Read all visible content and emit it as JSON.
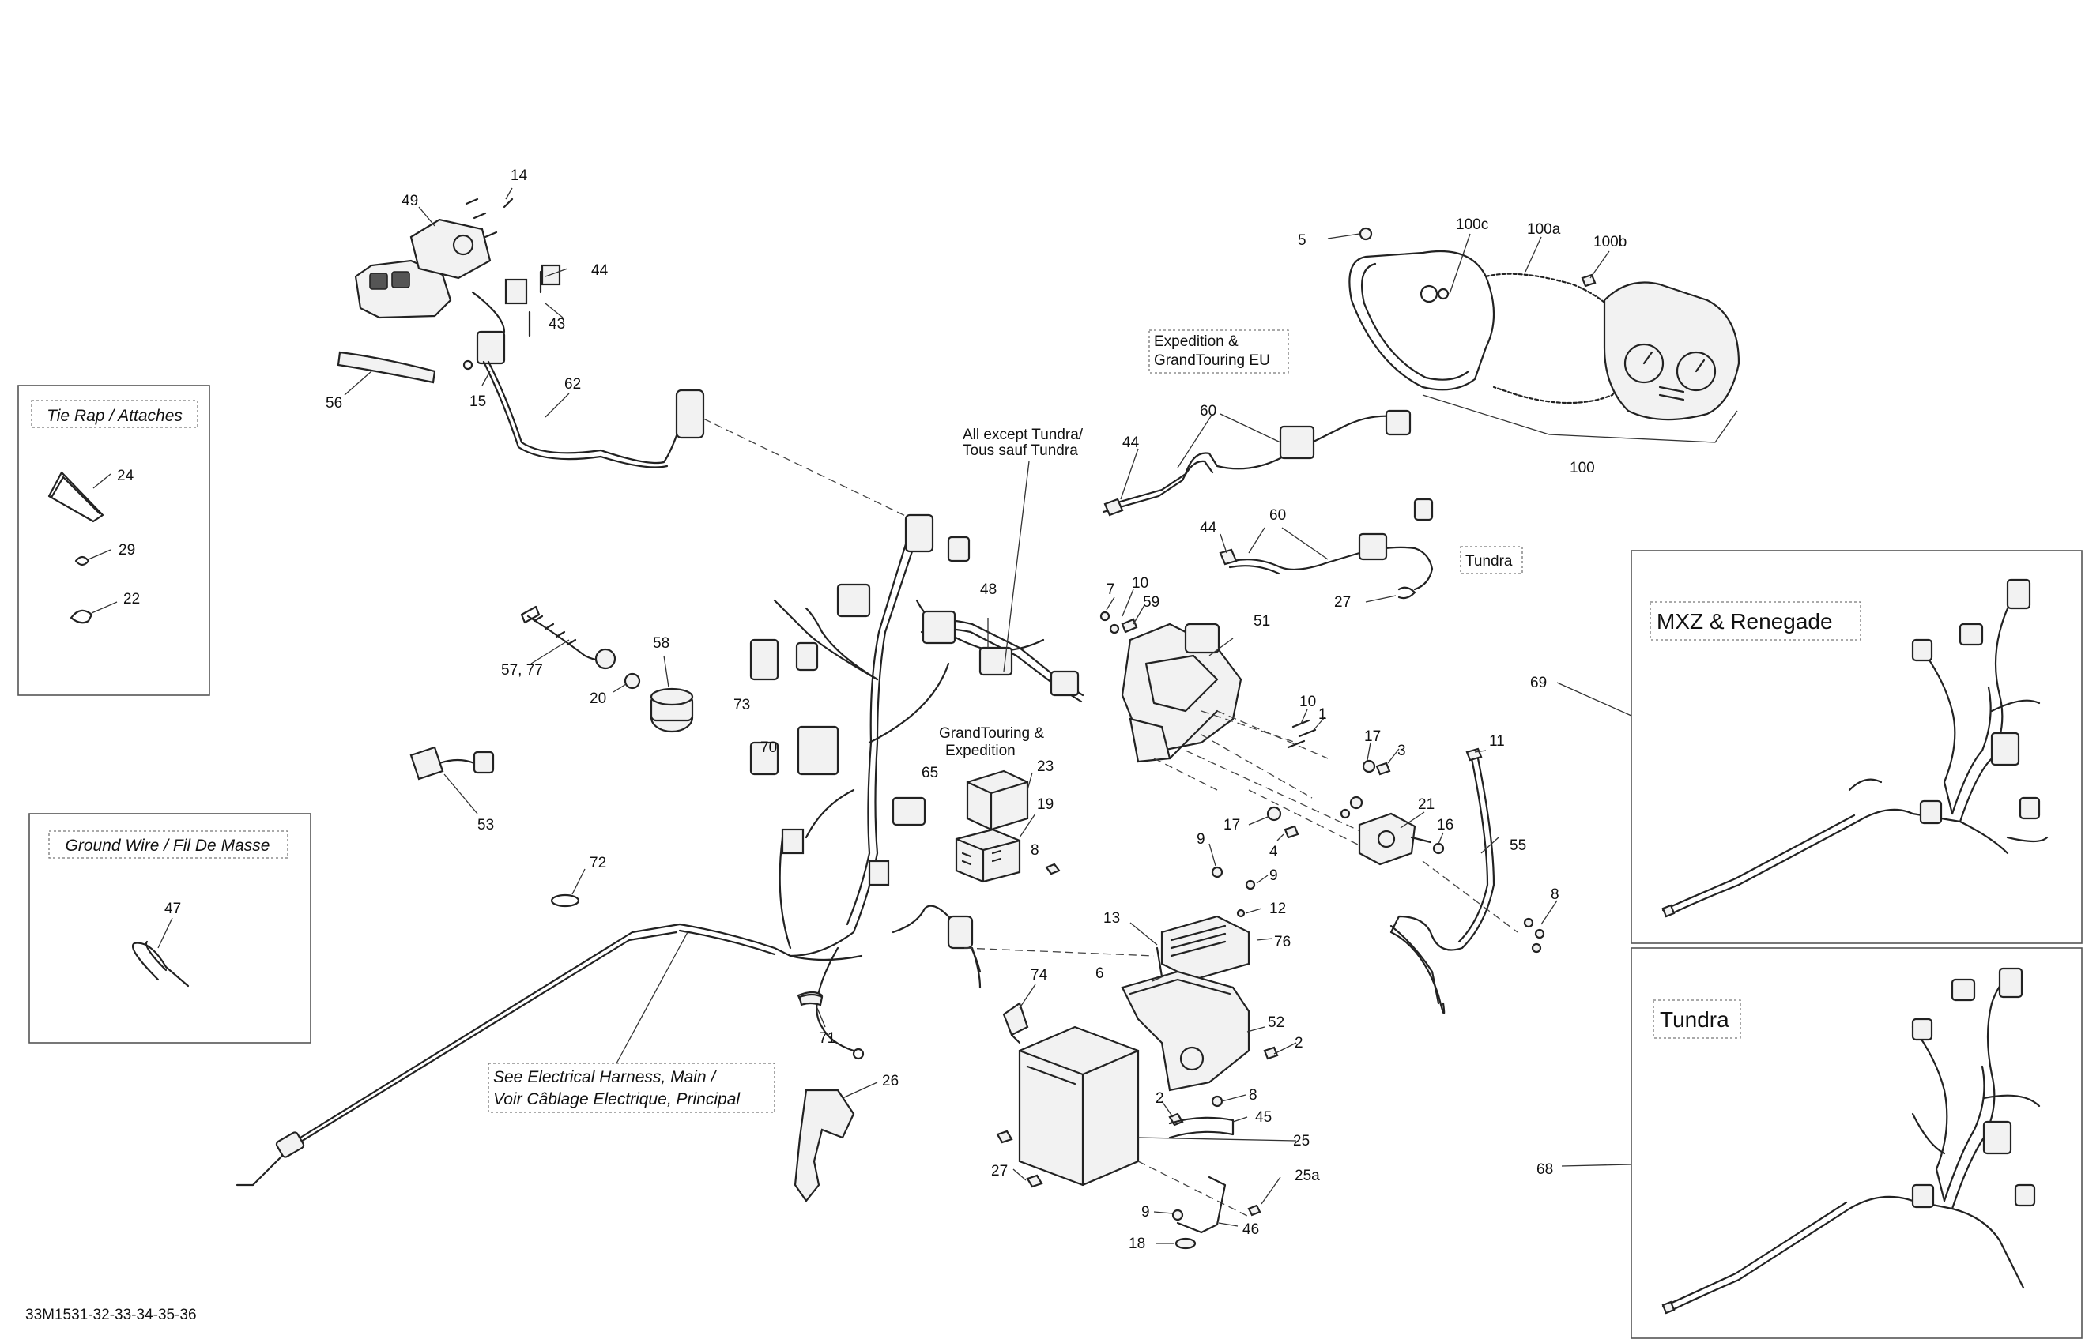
{
  "diagram_code": "33M1531-32-33-34-35-36",
  "groups": {
    "tie_rap": "Tie Rap / Attaches",
    "ground_wire": "Ground Wire / Fil De Masse",
    "mxz_renegade": "MXZ & Renegade",
    "tundra_box": "Tundra"
  },
  "notes": {
    "expedition_eu_1": "Expedition &",
    "expedition_eu_2": "GrandTouring EU",
    "all_except_1": "All except Tundra/",
    "all_except_2": "Tous sauf Tundra",
    "tundra_tag": "Tundra",
    "gt_exp_1": "GrandTouring &",
    "gt_exp_2": "Expedition",
    "see_harness_1": "See Electrical Harness, Main /",
    "see_harness_2": "Voir Câblage Electrique, Principal"
  },
  "callouts": [
    {
      "id": "c14",
      "text": "14"
    },
    {
      "id": "c49",
      "text": "49"
    },
    {
      "id": "c44a",
      "text": "44"
    },
    {
      "id": "c43",
      "text": "43"
    },
    {
      "id": "c56",
      "text": "56"
    },
    {
      "id": "c15",
      "text": "15"
    },
    {
      "id": "c62",
      "text": "62"
    },
    {
      "id": "c24",
      "text": "24"
    },
    {
      "id": "c29",
      "text": "29"
    },
    {
      "id": "c22",
      "text": "22"
    },
    {
      "id": "c5",
      "text": "5"
    },
    {
      "id": "c100c",
      "text": "100c"
    },
    {
      "id": "c100a",
      "text": "100a"
    },
    {
      "id": "c100b",
      "text": "100b"
    },
    {
      "id": "c100",
      "text": "100"
    },
    {
      "id": "c44b",
      "text": "44"
    },
    {
      "id": "c60a",
      "text": "60"
    },
    {
      "id": "c44c",
      "text": "44"
    },
    {
      "id": "c60b",
      "text": "60"
    },
    {
      "id": "c27a",
      "text": "27"
    },
    {
      "id": "c48",
      "text": "48"
    },
    {
      "id": "c7",
      "text": "7"
    },
    {
      "id": "c10a",
      "text": "10"
    },
    {
      "id": "c59",
      "text": "59"
    },
    {
      "id": "c51",
      "text": "51"
    },
    {
      "id": "c57",
      "text": "57, 77"
    },
    {
      "id": "c58",
      "text": "58"
    },
    {
      "id": "c20",
      "text": "20"
    },
    {
      "id": "c73",
      "text": "73"
    },
    {
      "id": "c70",
      "text": "70"
    },
    {
      "id": "c65",
      "text": "65"
    },
    {
      "id": "c23",
      "text": "23"
    },
    {
      "id": "c19",
      "text": "19"
    },
    {
      "id": "c8a",
      "text": "8"
    },
    {
      "id": "c53",
      "text": "53"
    },
    {
      "id": "c10b",
      "text": "10"
    },
    {
      "id": "c1",
      "text": "1"
    },
    {
      "id": "c17a",
      "text": "17"
    },
    {
      "id": "c3",
      "text": "3"
    },
    {
      "id": "c11",
      "text": "11"
    },
    {
      "id": "c69",
      "text": "69"
    },
    {
      "id": "c17b",
      "text": "17"
    },
    {
      "id": "c4",
      "text": "4"
    },
    {
      "id": "c9a",
      "text": "9"
    },
    {
      "id": "c21",
      "text": "21"
    },
    {
      "id": "c16",
      "text": "16"
    },
    {
      "id": "c55",
      "text": "55"
    },
    {
      "id": "c9b",
      "text": "9"
    },
    {
      "id": "c72",
      "text": "72"
    },
    {
      "id": "c47",
      "text": "47"
    },
    {
      "id": "c13",
      "text": "13"
    },
    {
      "id": "c12",
      "text": "12"
    },
    {
      "id": "c8b",
      "text": "8"
    },
    {
      "id": "c76",
      "text": "76"
    },
    {
      "id": "c6",
      "text": "6"
    },
    {
      "id": "c74",
      "text": "74"
    },
    {
      "id": "c52",
      "text": "52"
    },
    {
      "id": "c71",
      "text": "71"
    },
    {
      "id": "c2a",
      "text": "2"
    },
    {
      "id": "c26",
      "text": "26"
    },
    {
      "id": "c2b",
      "text": "2"
    },
    {
      "id": "c8c",
      "text": "8"
    },
    {
      "id": "c45",
      "text": "45"
    },
    {
      "id": "c25",
      "text": "25"
    },
    {
      "id": "c27b",
      "text": "27"
    },
    {
      "id": "c25a",
      "text": "25a"
    },
    {
      "id": "c9c",
      "text": "9"
    },
    {
      "id": "c46",
      "text": "46"
    },
    {
      "id": "c18",
      "text": "18"
    },
    {
      "id": "c68",
      "text": "68"
    }
  ]
}
